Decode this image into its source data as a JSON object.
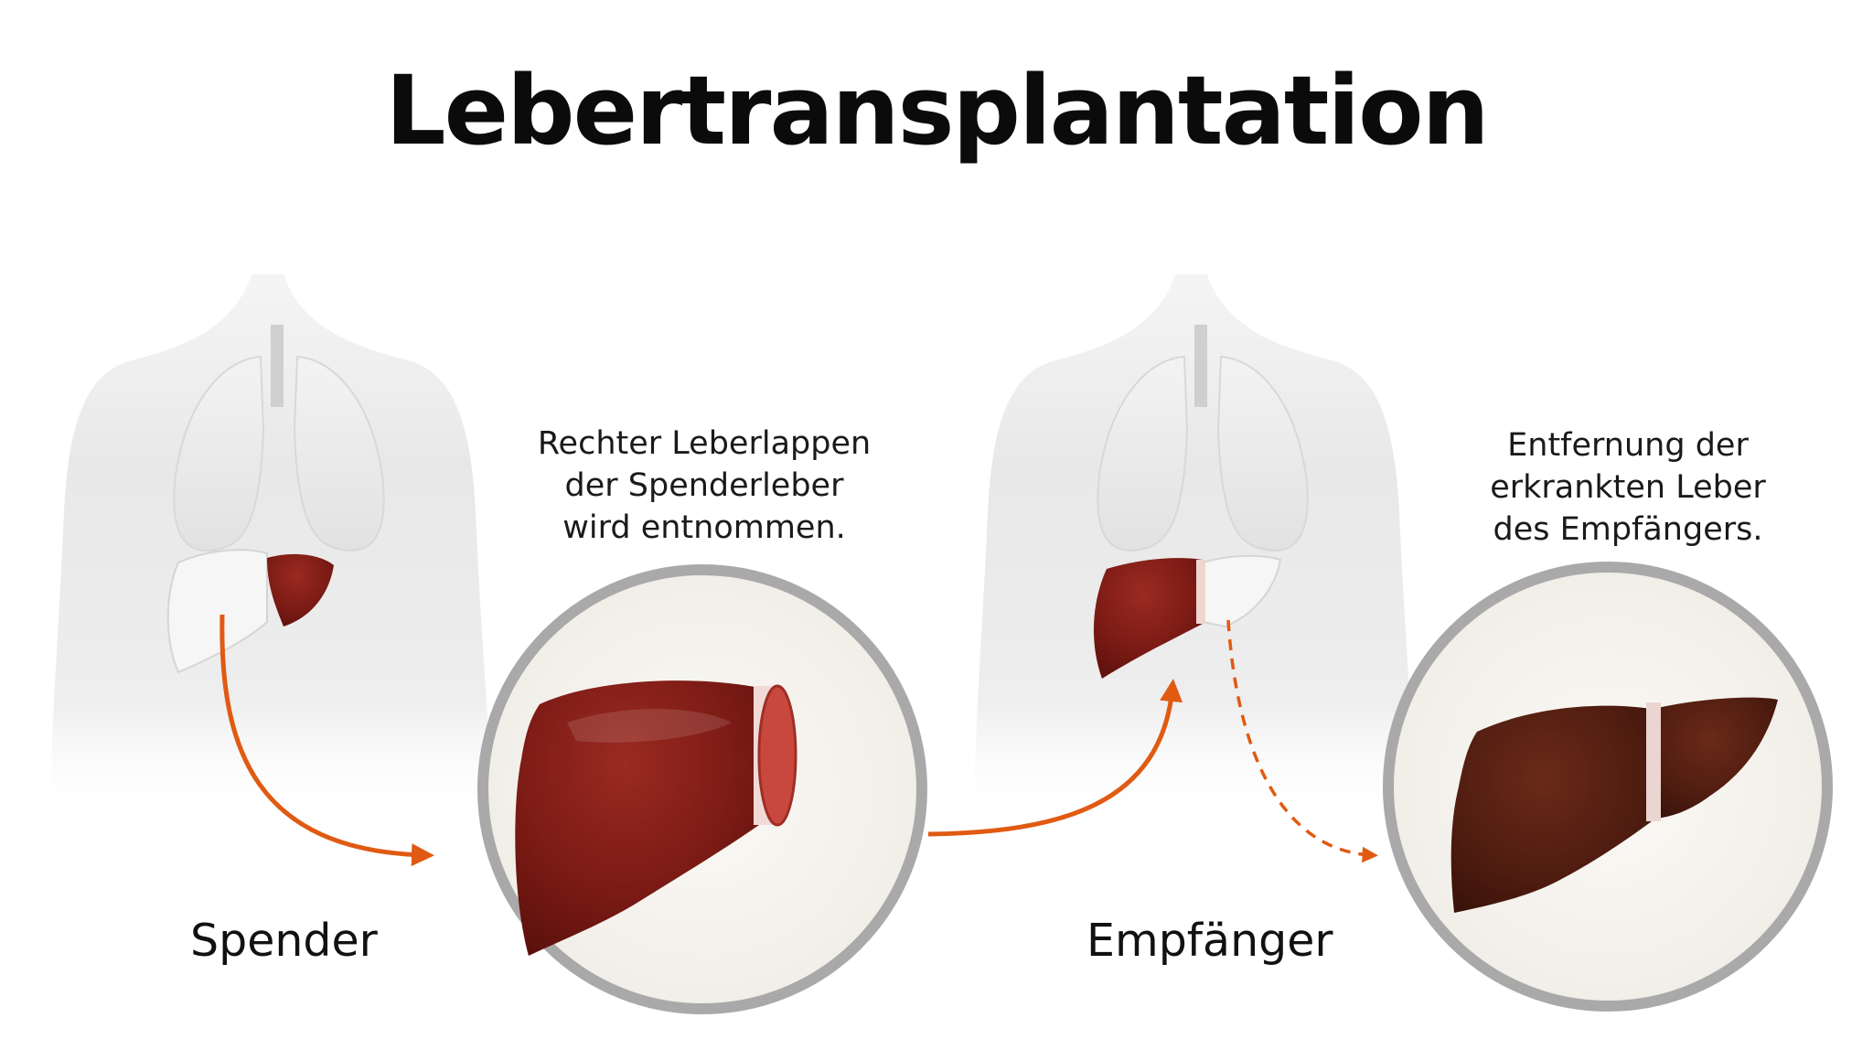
{
  "title": "Lebertransplantation",
  "donor": {
    "label": "Spender",
    "caption_lines": [
      "Rechter Leberlappen",
      "der Spenderleber",
      "wird entnommen."
    ]
  },
  "recipient": {
    "label": "Empfänger",
    "caption_lines": [
      "Entfernung der",
      "erkrankten Leber",
      "des Empfängers."
    ]
  },
  "colors": {
    "arrow": "#e05a12",
    "healthy_liver": "#7a1a14",
    "diseased_liver": "#4a1a0e",
    "body": "#e6e6e6",
    "circle_ring": "#a9a9a9"
  }
}
